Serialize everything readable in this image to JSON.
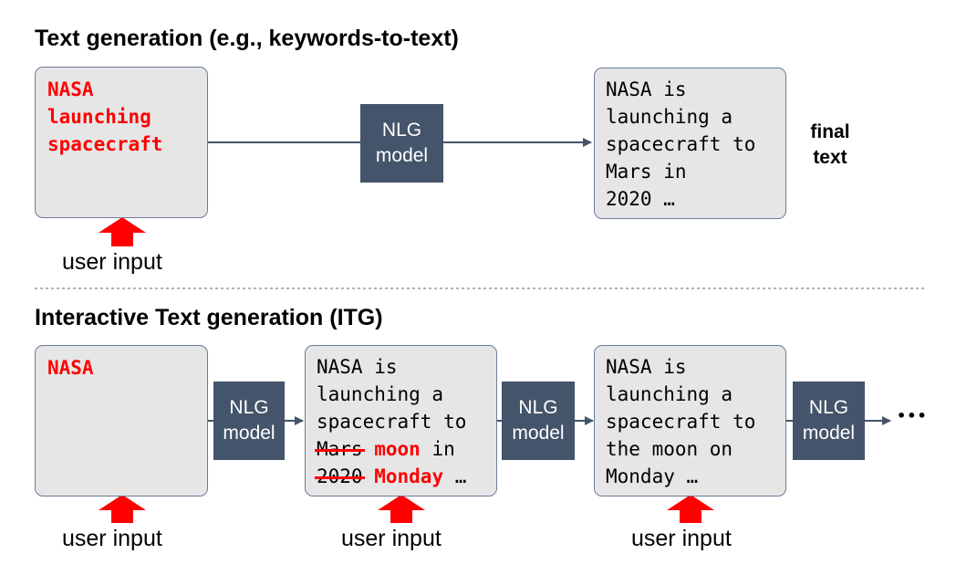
{
  "top": {
    "heading": "Text generation (e.g., keywords-to-text)",
    "input_keywords": [
      "NASA",
      "launching",
      "spacecraft"
    ],
    "model_label": [
      "NLG",
      "model"
    ],
    "output_lines": [
      "NASA is",
      "launching a",
      "spacecraft to",
      "Mars in",
      "2020 …"
    ],
    "final_label": [
      "final",
      "text"
    ],
    "user_input_label": "user input"
  },
  "bottom": {
    "heading": "Interactive Text generation (ITG)",
    "input_keyword": "NASA",
    "model_label": [
      "NLG",
      "model"
    ],
    "middle_lines": [
      "NASA is",
      "launching a",
      "spacecraft to"
    ],
    "edit_line_1": {
      "struck": "Mars",
      "inserted": "moon",
      "rest": " in"
    },
    "edit_line_2": {
      "struck": "2020",
      "inserted": "Monday",
      "rest": " …"
    },
    "right_lines": [
      "NASA is",
      "launching a",
      "spacecraft to",
      "the moon on",
      "Monday …"
    ],
    "ellipsis": "•••",
    "user_input_label": "user input"
  },
  "colors": {
    "accent_red": "#ff0000",
    "model_bg": "#44546a",
    "box_bg": "#e6e6e6",
    "box_border": "#6b7c99",
    "connector": "#44546a"
  }
}
